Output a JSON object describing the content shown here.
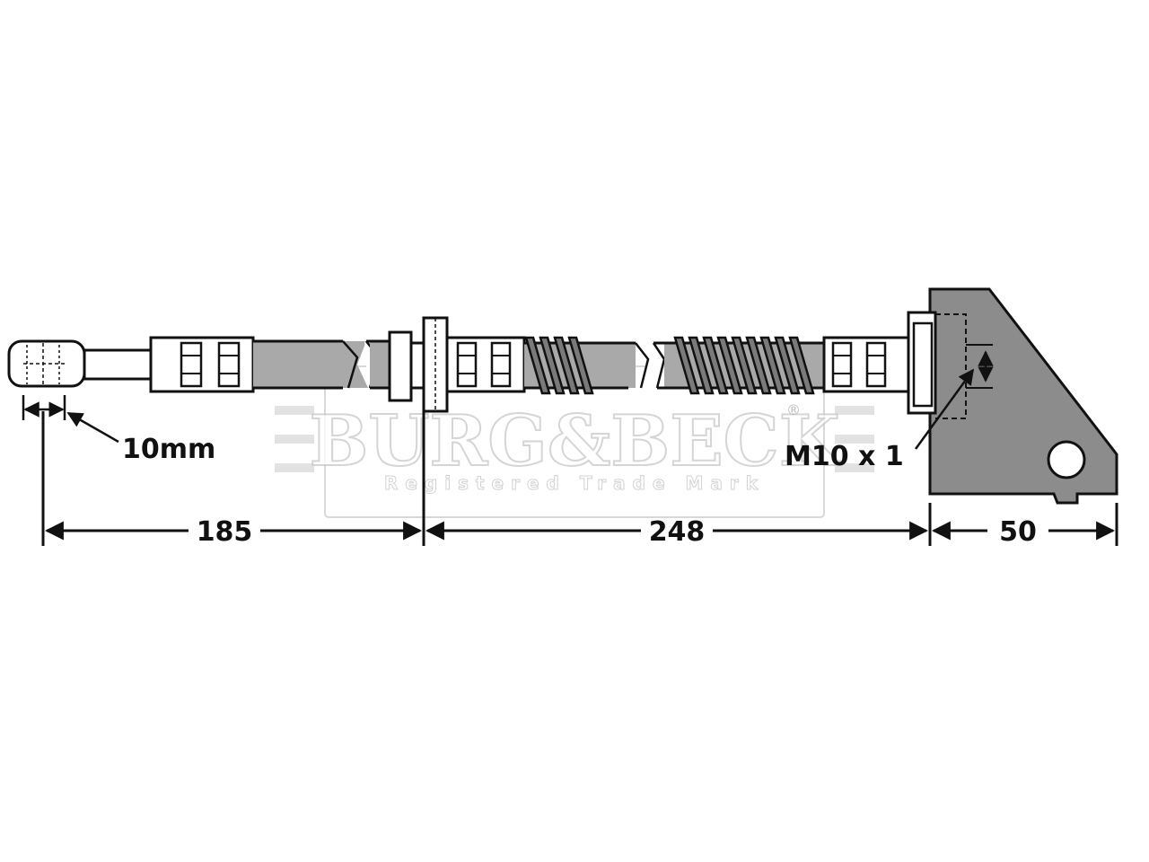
{
  "annotations": {
    "fitting_width": "10mm",
    "thread": "M10 x 1"
  },
  "dimensions": {
    "first_section": "185",
    "second_section": "248",
    "bracket": "50"
  },
  "watermark": {
    "brand": "BURG&BECK",
    "registered_mark": "®",
    "subtitle": "Registered Trade Mark"
  },
  "colors": {
    "outline": "#111111",
    "hose_fill": "#a9a9a9",
    "bracket_fill": "#8c8c8c",
    "fitting_fill": "#ffffff"
  }
}
